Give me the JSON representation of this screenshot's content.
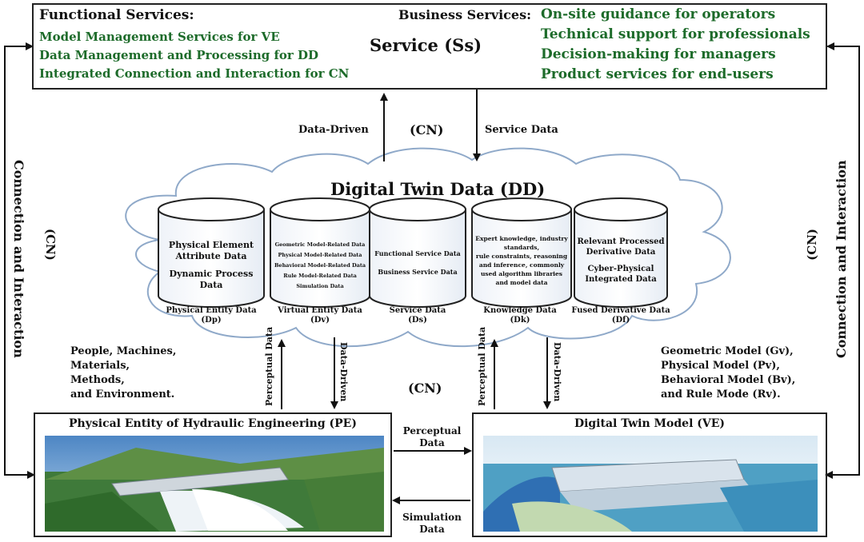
{
  "service": {
    "functional_title": "Functional Services:",
    "functional_items": [
      "Model Management Services for VE",
      "Data Management and Processing for DD",
      "Integrated Connection and Interaction for CN"
    ],
    "center_title": "Service (Ss)",
    "business_title": "Business Services:",
    "business_items": [
      "On-site guidance for operators",
      "Technical support for professionals",
      "Decision-making for managers",
      "Product services for end-users"
    ]
  },
  "links": {
    "data_driven": "Data-Driven",
    "cn_top": "(CN)",
    "service_data": "Service Data",
    "cn_bottom": "(CN)",
    "left_side": "Connection and Interaction",
    "left_cn": "(CN)",
    "right_side": "Connection and Interaction",
    "right_cn": "(CN)",
    "perceptual_left": "Perceptual Data",
    "data_driven_left": "Data-Driven",
    "perceptual_right": "Perceptual Data",
    "data_driven_right": "Data-Driven",
    "perceptual_h1": "Perceptual",
    "perceptual_h2": "Data",
    "simulation_h1": "Simulation",
    "simulation_h2": "Data"
  },
  "dd": {
    "title": "Digital Twin Data (DD)",
    "cylinders": [
      {
        "lines": [
          "Physical Element",
          "Attribute Data",
          "",
          "Dynamic Process",
          "Data"
        ],
        "cap1": "Physical Entity Data",
        "cap2": "(Dp)"
      },
      {
        "lines": [
          "Geometric Model-Related Data",
          "Physical Model-Related Data",
          "Behavioral Model-Related Data",
          "Rule Model-Related Data",
          "Simulation Data"
        ],
        "cap1": "Virtual Entity Data",
        "cap2": "(Dv)"
      },
      {
        "lines": [
          "Functional Service Data",
          "",
          "Business Service Data"
        ],
        "cap1": "Service Data",
        "cap2": "(Ds)"
      },
      {
        "lines": [
          "Expert knowledge, industry",
          "standards,",
          "rule constraints, reasoning",
          "and inference, commonly",
          "used algorithm libraries",
          "and model data"
        ],
        "cap1": "Knowledge Data",
        "cap2": "(Dk)"
      },
      {
        "lines": [
          "Relevant Processed",
          "Derivative Data",
          "",
          "Cyber-Physical",
          "Integrated Data"
        ],
        "cap1": "Fused Derivative Data",
        "cap2": "(Df)"
      }
    ]
  },
  "left_note": [
    "People, Machines,",
    "Materials,",
    "Methods,",
    "and Environment."
  ],
  "right_note": [
    "Geometric Model (Gv),",
    "Physical Model (Pv),",
    "Behavioral Model (Bv),",
    "and Rule Mode (Rv)."
  ],
  "pe": {
    "title": "Physical Entity of Hydraulic Engineering (PE)"
  },
  "ve": {
    "title": "Digital Twin Model (VE)"
  },
  "colors": {
    "green": "#1d6b2a",
    "cloud_stroke": "#8fa9c9",
    "water": "#2a7db5"
  }
}
